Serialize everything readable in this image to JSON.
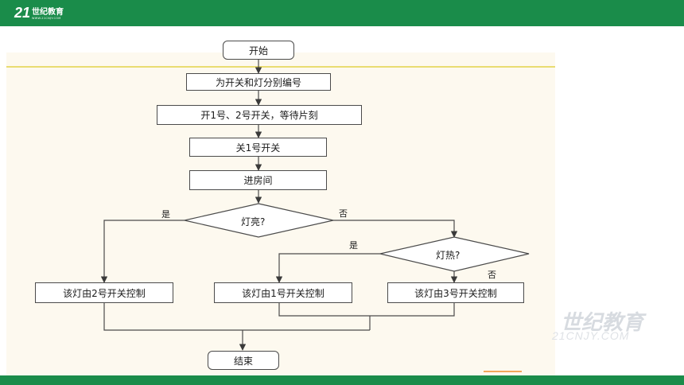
{
  "header": {
    "logo_mark": "21",
    "logo_text": "世纪教育",
    "logo_sub": "WWW.21CNJY.COM"
  },
  "watermark": {
    "text": "世纪教育",
    "sub": "21CNJY.COM"
  },
  "flowchart": {
    "start": "开始",
    "step1": "为开关和灯分别编号",
    "step2": "开1号、2号开关，等待片刻",
    "step3": "关1号开关",
    "step4": "进房间",
    "decision1": "灯亮?",
    "decision2": "灯热?",
    "result_switch2": "该灯由2号开关控制",
    "result_switch1": "该灯由1号开关控制",
    "result_switch3": "该灯由3号开关控制",
    "end": "结束",
    "yes": "是",
    "no": "否"
  },
  "colors": {
    "brand_green": "#1a8c4a",
    "line": "#4b4b4b"
  }
}
